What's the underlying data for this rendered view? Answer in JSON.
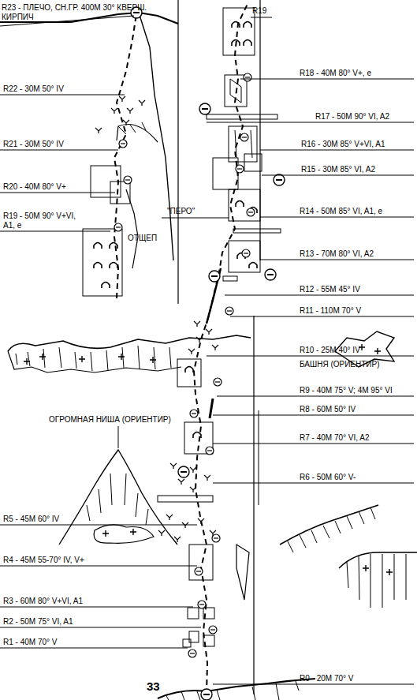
{
  "diagram": {
    "labels": [
      "R23 - ПЛЕЧО, СН.ГР. 400М 30° КВЕРШ. КИРПИЧ",
      "R22 - 30М 50° IV",
      "R21 - 30М 50° IV",
      "R20 - 40М 80° V+",
      "R19 - 50М 90° V+VI, A1, e",
      "ОТЩЕП",
      "R19",
      "R18 - 40М 80° V+, e",
      "R17 - 50М 90° VI, A2",
      "R16 - 30М 85° V+VI, A1",
      "R15 - 30М 85° VI, A2",
      "R14 - 50М 85° VI, A1, e",
      "\"ПЕРО\"",
      "R13 - 70М 80° VI, A2",
      "R12 - 55М 45° IV",
      "R11 - 110М 70° V",
      "R10 - 25М 40° IV",
      "БАШНЯ (ОРИЕНТИР)",
      "R9 - 40М 75° V; 4М 95° VI",
      "R8 - 60М 50° IV",
      "ОГРОМНАЯ НИША (ОРИЕНТИР)",
      "R7 - 40М 70° VI, A2",
      "R6 - 50М 60° V-",
      "R5 - 45М 60° IV",
      "R4 - 45М 55-70° IV, V+",
      "R3 - 60М 80° V+VI, A1",
      "R2 - 50М 75° VI, A1",
      "R1 - 40М 70° V",
      "R0 - 20М 70° V",
      "33"
    ]
  }
}
